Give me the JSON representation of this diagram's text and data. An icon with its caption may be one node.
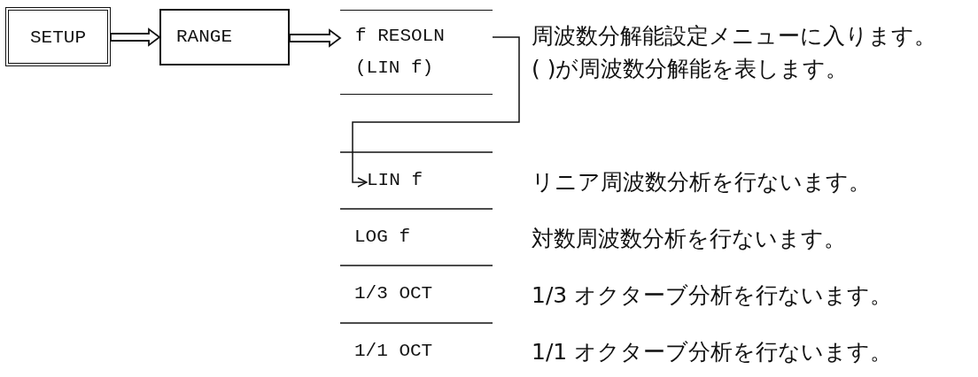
{
  "diagram": {
    "nodes": [
      {
        "text": [
          "SETUP"
        ]
      },
      {
        "text": [
          "RANGE"
        ]
      },
      {
        "text": [
          "f RESOLN",
          "(LIN f)"
        ],
        "beside": [
          "周波数分解能設定メニューに入ります。",
          "( )が周波数分解能を表します。"
        ]
      },
      {
        "text": [
          "LIN f"
        ]
      },
      {
        "text": [
          "LOG f"
        ]
      },
      {
        "text": [
          "1/3 OCT"
        ]
      },
      {
        "text": [
          "1/1 OCT"
        ]
      }
    ],
    "labels": [
      "リニア周波数分析を行ないます。",
      "対数周波数分析を行ないます。",
      "1/3 オクターブ分析を行ないます。",
      "1/1 オクターブ分析を行ないます。"
    ],
    "edges": [
      {
        "from": 0,
        "to": 1,
        "arrow": "to"
      },
      {
        "from": 1,
        "to": 2,
        "arrow": "to"
      },
      {
        "from": 2,
        "to": 3,
        "arrow": "to"
      }
    ]
  }
}
